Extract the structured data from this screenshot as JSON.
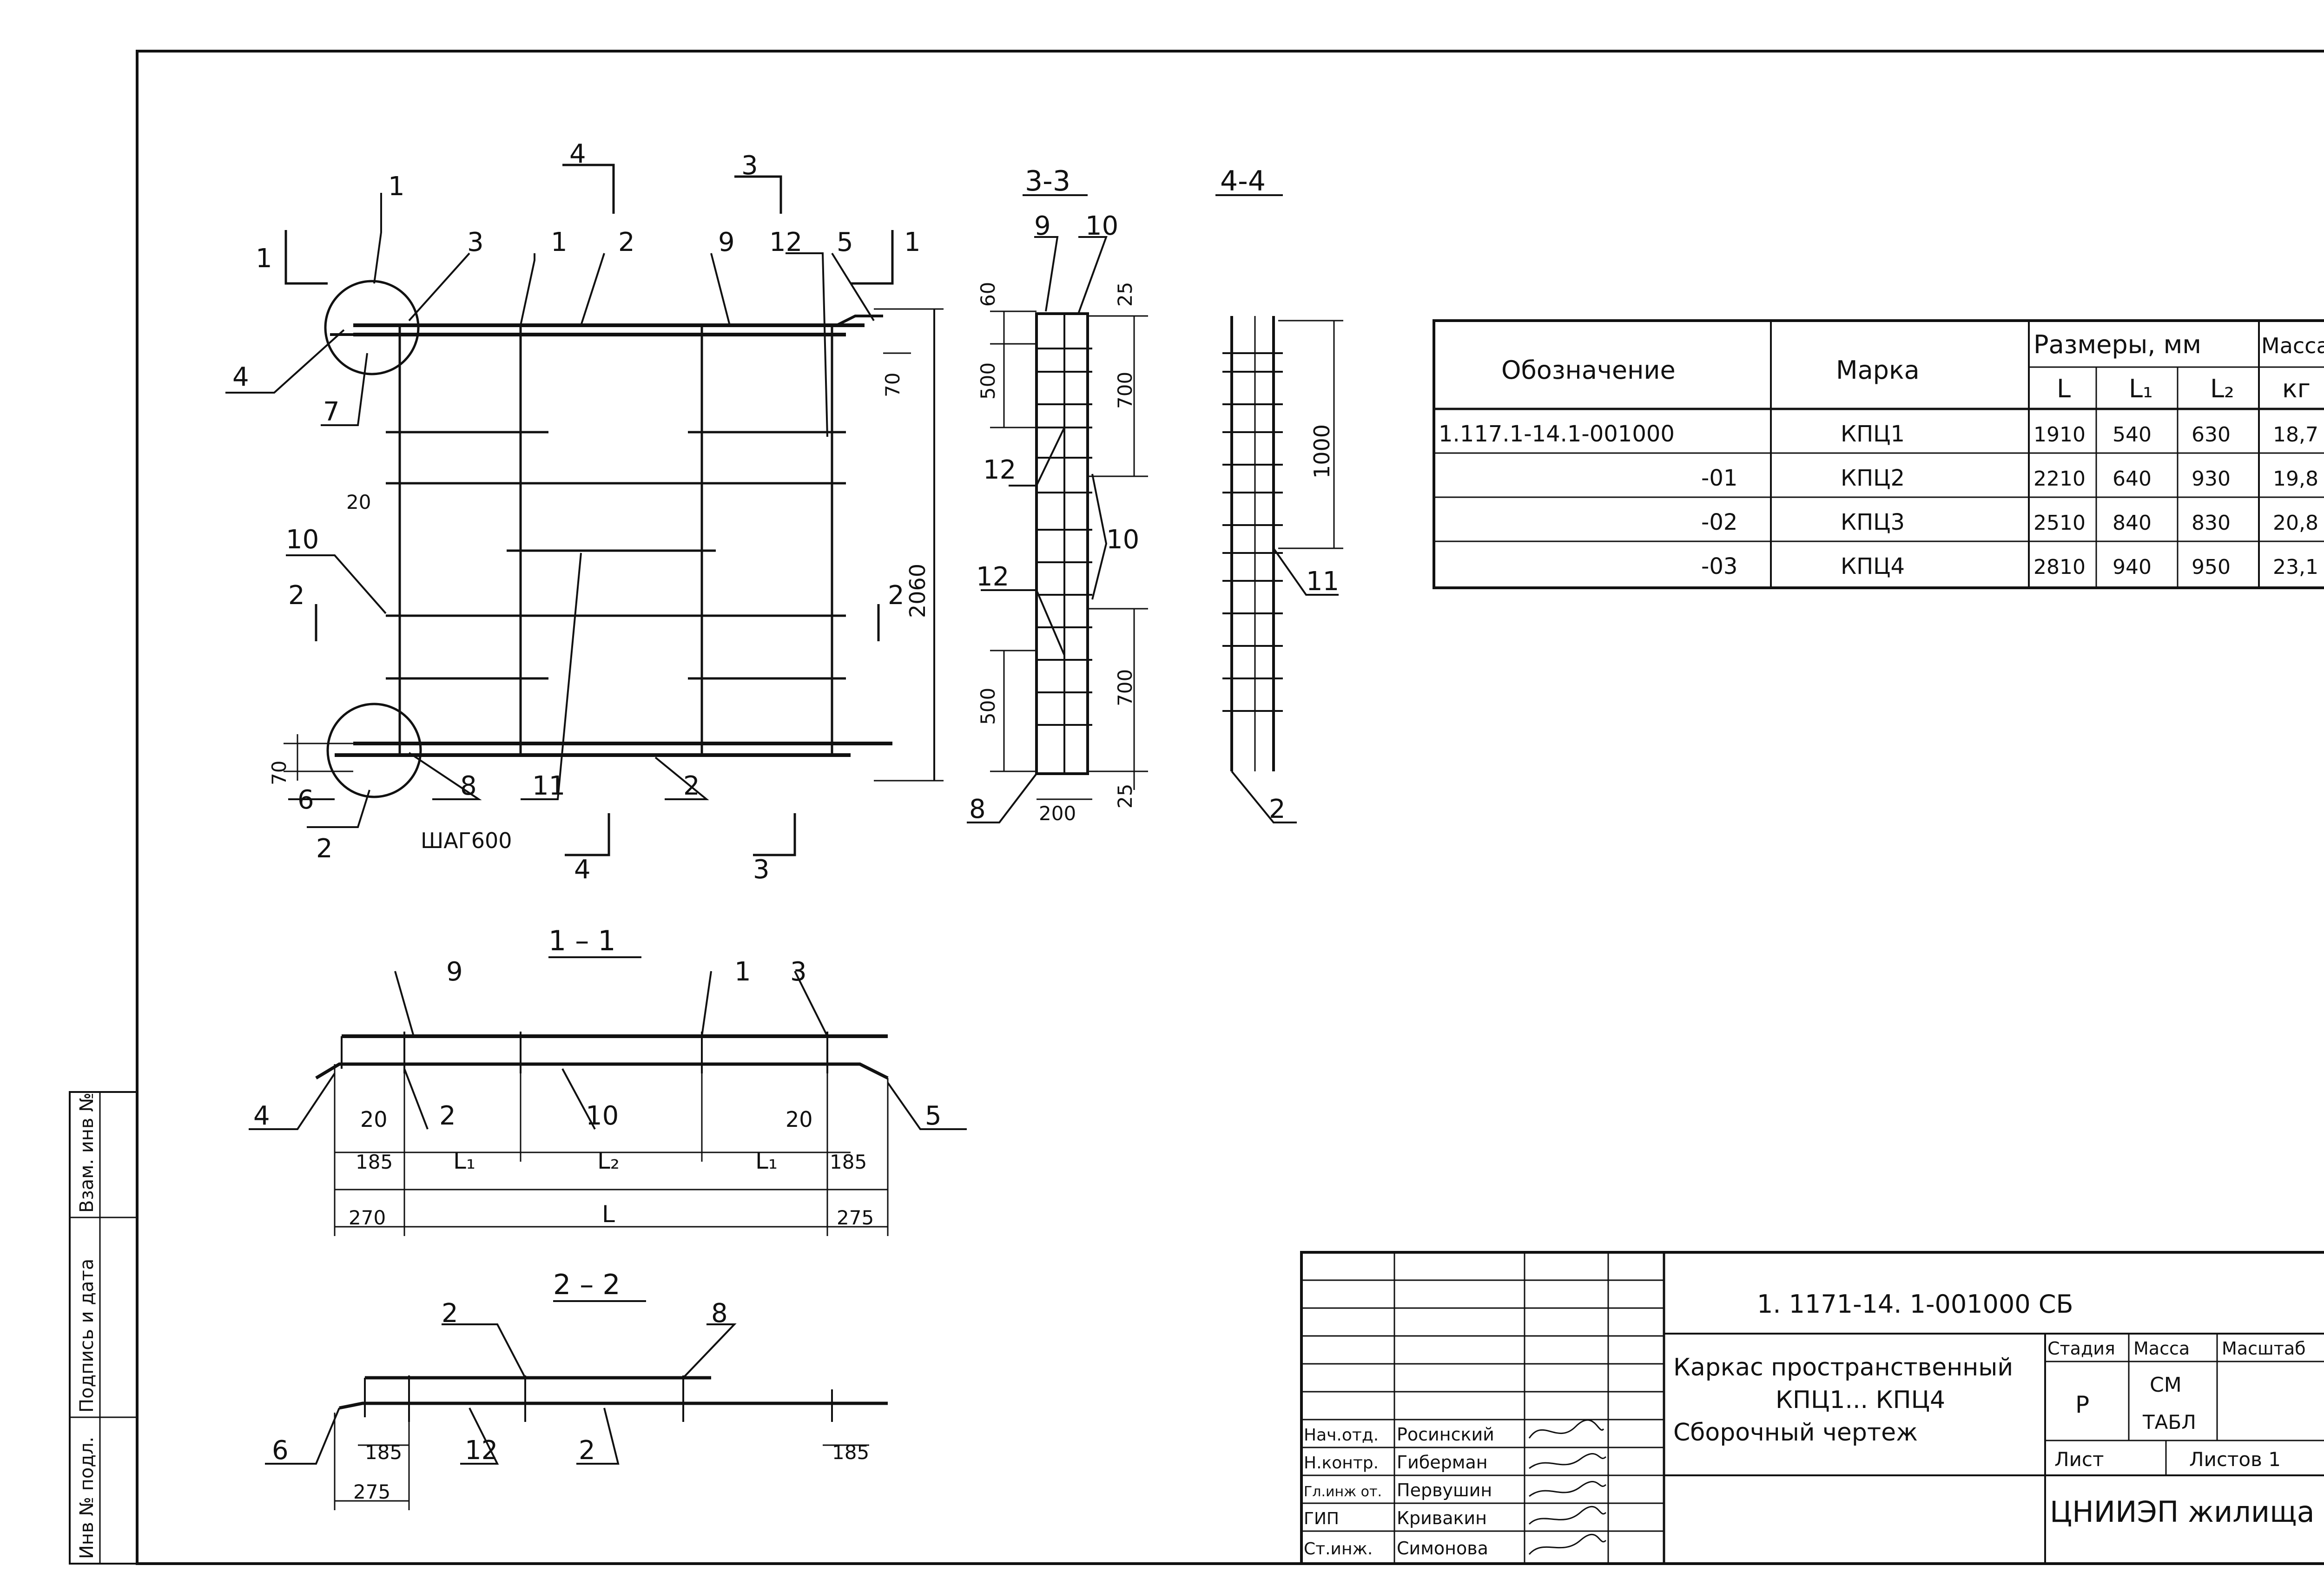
{
  "views": {
    "plan": {
      "labels": [
        "1",
        "2",
        "3",
        "4",
        "5",
        "6",
        "7",
        "8",
        "9",
        "10",
        "11",
        "12",
        "1",
        "2",
        "2",
        "2",
        "10",
        "11",
        "12",
        "3",
        "4",
        "3",
        "4"
      ],
      "dims": {
        "d70": "70",
        "d2060": "2060",
        "d20": "20",
        "d70b": "70",
        "step": "ШАГ600"
      }
    },
    "s33": {
      "title": "3-3",
      "dims": {
        "d60": "60",
        "d500": "500",
        "d700": "700",
        "d25": "25",
        "d500b": "500",
        "d700b": "700",
        "d25b": "25",
        "d200": "200"
      },
      "labels": {
        "l9": "9",
        "l10": "10",
        "l12": "12",
        "l10b": "10",
        "l12b": "12",
        "l8": "8"
      }
    },
    "s44": {
      "title": "4-4",
      "dims": {
        "d1000": "1000"
      },
      "labels": {
        "l11": "11",
        "l2": "2"
      }
    },
    "s11": {
      "title": "1 – 1",
      "labels": {
        "l9": "9",
        "l1": "1",
        "l3": "3",
        "l4": "4",
        "l2": "2",
        "l10": "10",
        "l5": "5"
      },
      "dims": {
        "d20a": "20",
        "d20b": "20",
        "d185a": "185",
        "dL1a": "L₁",
        "dL2": "L₂",
        "dL1b": "L₁",
        "d185b": "185",
        "d270": "270",
        "dL": "L",
        "d275": "275"
      }
    },
    "s22": {
      "title": "2 – 2",
      "labels": {
        "l2": "2",
        "l8": "8",
        "l6": "6",
        "l12": "12",
        "l2b": "2"
      },
      "dims": {
        "d185a": "185",
        "d185b": "185",
        "d275": "275"
      }
    }
  },
  "table": {
    "headers": {
      "designation": "Обозначение",
      "mark": "Марка",
      "sizes": "Размеры, мм",
      "mass": "Масса,",
      "mass_unit": "кг",
      "L": "L",
      "L1": "L₁",
      "L2": "L₂"
    },
    "rows": [
      {
        "designation": "1.117.1-14.1-001000",
        "mark": "КПЦ1",
        "L": "1910",
        "L1": "540",
        "L2": "630",
        "mass": "18,7"
      },
      {
        "designation": "-01",
        "mark": "КПЦ2",
        "L": "2210",
        "L1": "640",
        "L2": "930",
        "mass": "19,8"
      },
      {
        "designation": "-02",
        "mark": "КПЦ3",
        "L": "2510",
        "L1": "840",
        "L2": "830",
        "mass": "20,8"
      },
      {
        "designation": "-03",
        "mark": "КПЦ4",
        "L": "2810",
        "L1": "940",
        "L2": "950",
        "mass": "23,1"
      }
    ]
  },
  "stamp": {
    "code": "1. 1171-14. 1-001000 СБ",
    "title_line1": "Каркас пространственный",
    "title_line2": "КПЦ1... КПЦ4",
    "title_line3": "Сборочный чертеж",
    "stage_label": "Стадия",
    "mass_label": "Масса",
    "scale_label": "Масштаб",
    "stage": "Р",
    "mass_value_line1": "СМ",
    "mass_value_line2": "ТАБЛ",
    "sheet_label": "Лист",
    "sheets_label": "Листов 1",
    "org": "ЦНИИЭП жилища",
    "roles": [
      {
        "role": "Нач.отд.",
        "name": "Росинский"
      },
      {
        "role": "Н.контр.",
        "name": "Гиберман"
      },
      {
        "role": "Гл.инж от.",
        "name": "Первушин"
      },
      {
        "role": "ГИП",
        "name": "Кривакин"
      },
      {
        "role": "Ст.инж.",
        "name": "Симонова"
      }
    ]
  },
  "side_stamp": {
    "inv_orig": "Инв № подл.",
    "sign_date": "Подпись и дата",
    "inv_zam": "Взам. инв №"
  }
}
